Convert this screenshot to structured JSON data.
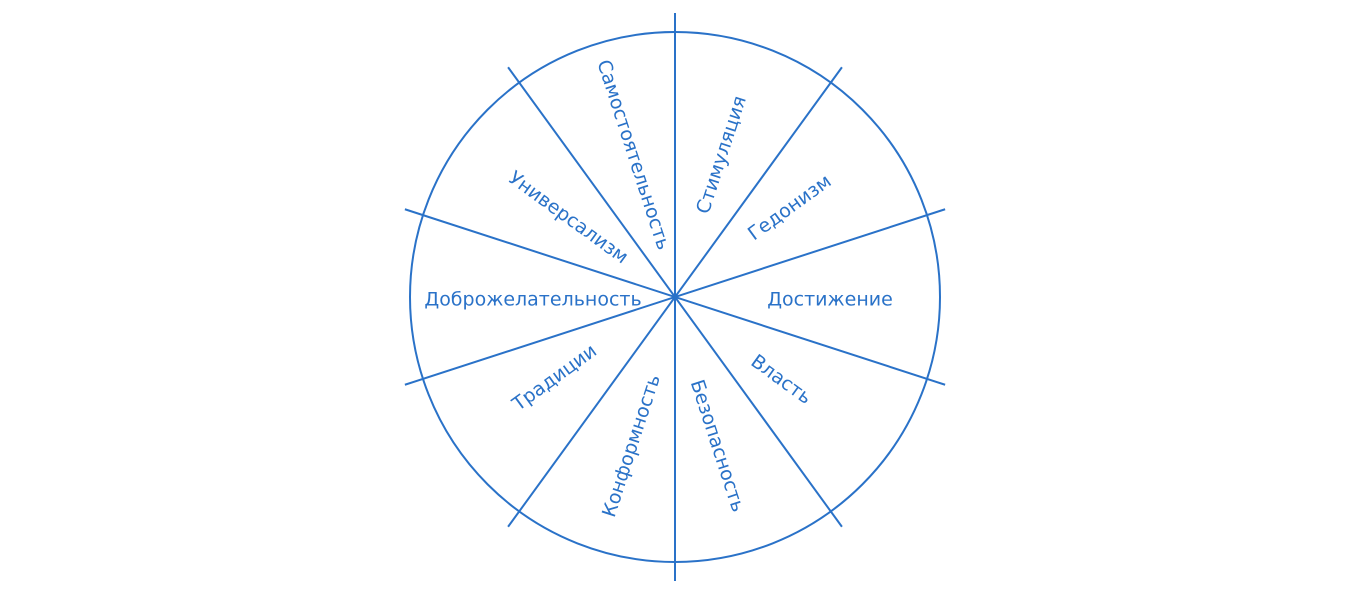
{
  "diagram": {
    "title_hidden": null,
    "color": "#2a72c8",
    "sectors": [
      {
        "label": "Стимуляция"
      },
      {
        "label": "Гедонизм"
      },
      {
        "label": "Достижение"
      },
      {
        "label": "Власть"
      },
      {
        "label": "Безопасность"
      },
      {
        "label": "Конформность"
      },
      {
        "label": "Традиции"
      },
      {
        "label": "Доброжелательность"
      },
      {
        "label": "Универсализм"
      },
      {
        "label": "Самостоятельность"
      }
    ]
  }
}
